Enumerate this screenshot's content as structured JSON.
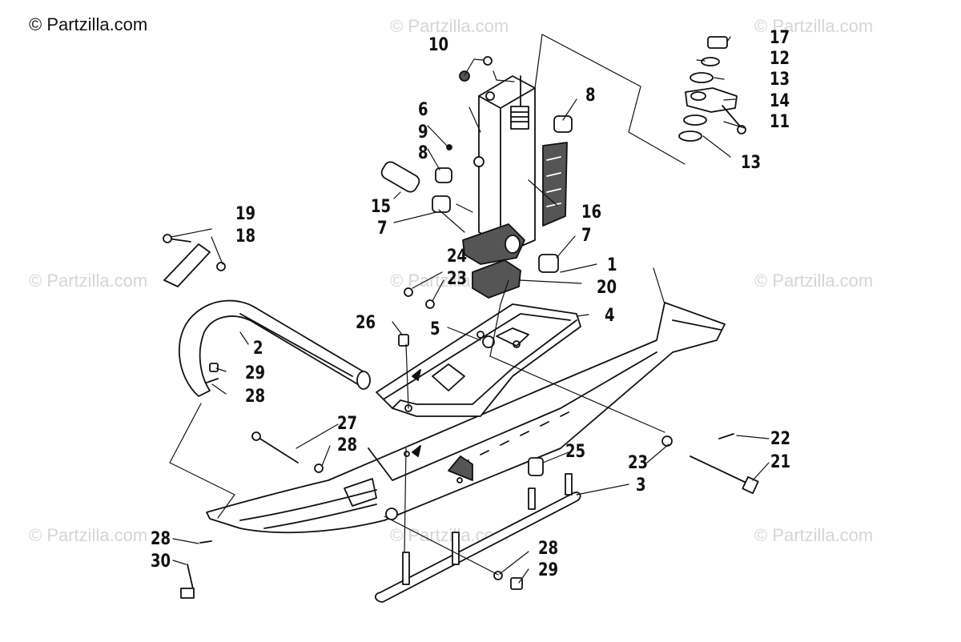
{
  "brand": "© Partzilla.com",
  "watermark": "© Partzilla.com",
  "callouts": [
    "1",
    "2",
    "3",
    "4",
    "5",
    "6",
    "7",
    "7",
    "8",
    "8",
    "9",
    "10",
    "11",
    "12",
    "13",
    "13",
    "14",
    "15",
    "16",
    "17",
    "18",
    "19",
    "20",
    "21",
    "22",
    "23",
    "23",
    "24",
    "25",
    "26",
    "27",
    "28",
    "28",
    "28",
    "28",
    "29",
    "29",
    "30"
  ],
  "colors": {
    "ink": "#111111",
    "part_fill": "#ffffff",
    "shade": "#555555",
    "watermark": "#d6d6d6"
  }
}
